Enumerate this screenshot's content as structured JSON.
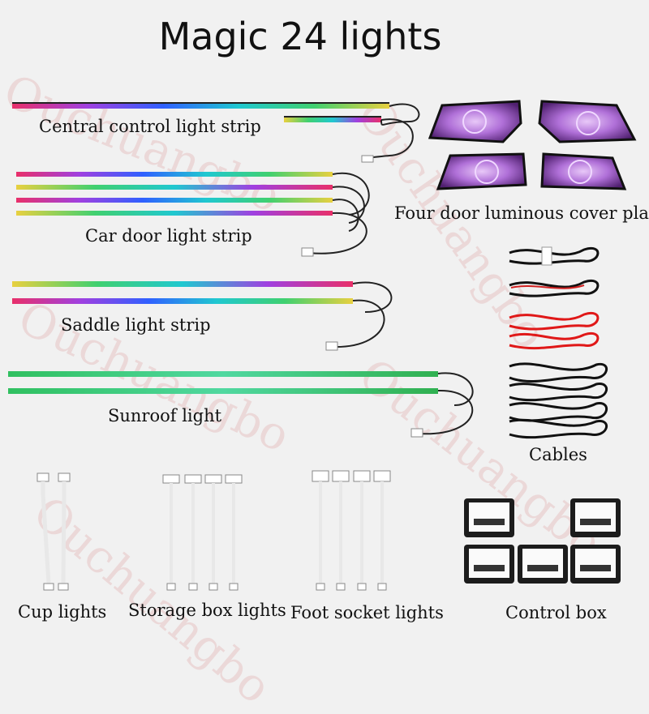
{
  "title": "Magic 24 lights",
  "watermark": "Ouchuangbo",
  "labels": {
    "central": "Central control light strip",
    "door_plate": "Four door luminous cover plate",
    "car_door": "Car door light strip",
    "saddle": "Saddle light strip",
    "sunroof": "Sunroof light",
    "cables": "Cables",
    "cup": "Cup lights",
    "storage": "Storage box lights",
    "foot": "Foot socket lights",
    "control": "Control box"
  },
  "colors": {
    "background": "#f1f1f1",
    "rgb_gradient": [
      "#e8306a",
      "#a040e0",
      "#3060ff",
      "#20c8d0",
      "#40d070",
      "#e8d040"
    ],
    "plate_purple": "#b070d8",
    "cable_red": "#e01818",
    "module_black": "#1c1c1c"
  },
  "products": {
    "central_strips": 2,
    "door_strips": 4,
    "saddle_strips": 2,
    "sunroof_strips": 2,
    "door_plates": 4,
    "cable_bundles": 6,
    "cup_lights": 2,
    "storage_lights": 4,
    "foot_lights": 4,
    "control_modules": 5
  }
}
